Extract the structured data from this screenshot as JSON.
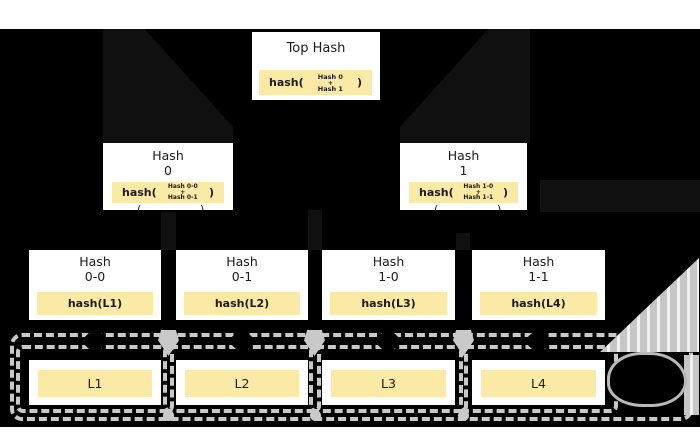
{
  "colors": {
    "page_background": "#ffffff",
    "canvas_background": "#000000",
    "node_fill": "#ffffff",
    "highlight_fill": "#fbe9a6",
    "dash_gray": "#c9c9c9",
    "text": "#1b1b1b"
  },
  "tree": {
    "root": {
      "title": "Top Hash",
      "fn_open": "hash(",
      "arg_top": "Hash 0",
      "op": "+",
      "arg_bottom": "Hash 1",
      "fn_close": ")"
    },
    "level1": [
      {
        "title_line1": "Hash",
        "title_line2": "0",
        "fn_open": "hash(",
        "arg_top": "Hash 0-0",
        "op": "+",
        "arg_bottom": "Hash 0-1",
        "fn_close": ")",
        "clip_open": "(",
        "clip_close": ")"
      },
      {
        "title_line1": "Hash",
        "title_line2": "1",
        "fn_open": "hash(",
        "arg_top": "Hash 1-0",
        "op": "+",
        "arg_bottom": "Hash 1-1",
        "fn_close": ")",
        "clip_open": "(",
        "clip_close": ")"
      }
    ],
    "level2": [
      {
        "title_line1": "Hash",
        "title_line2": "0-0",
        "formula": "hash(L1)"
      },
      {
        "title_line1": "Hash",
        "title_line2": "0-1",
        "formula": "hash(L2)"
      },
      {
        "title_line1": "Hash",
        "title_line2": "1-0",
        "formula": "hash(L3)"
      },
      {
        "title_line1": "Hash",
        "title_line2": "1-1",
        "formula": "hash(L4)"
      }
    ],
    "leaves": [
      {
        "label": "L1"
      },
      {
        "label": "L2"
      },
      {
        "label": "L3"
      },
      {
        "label": "L4"
      }
    ]
  }
}
